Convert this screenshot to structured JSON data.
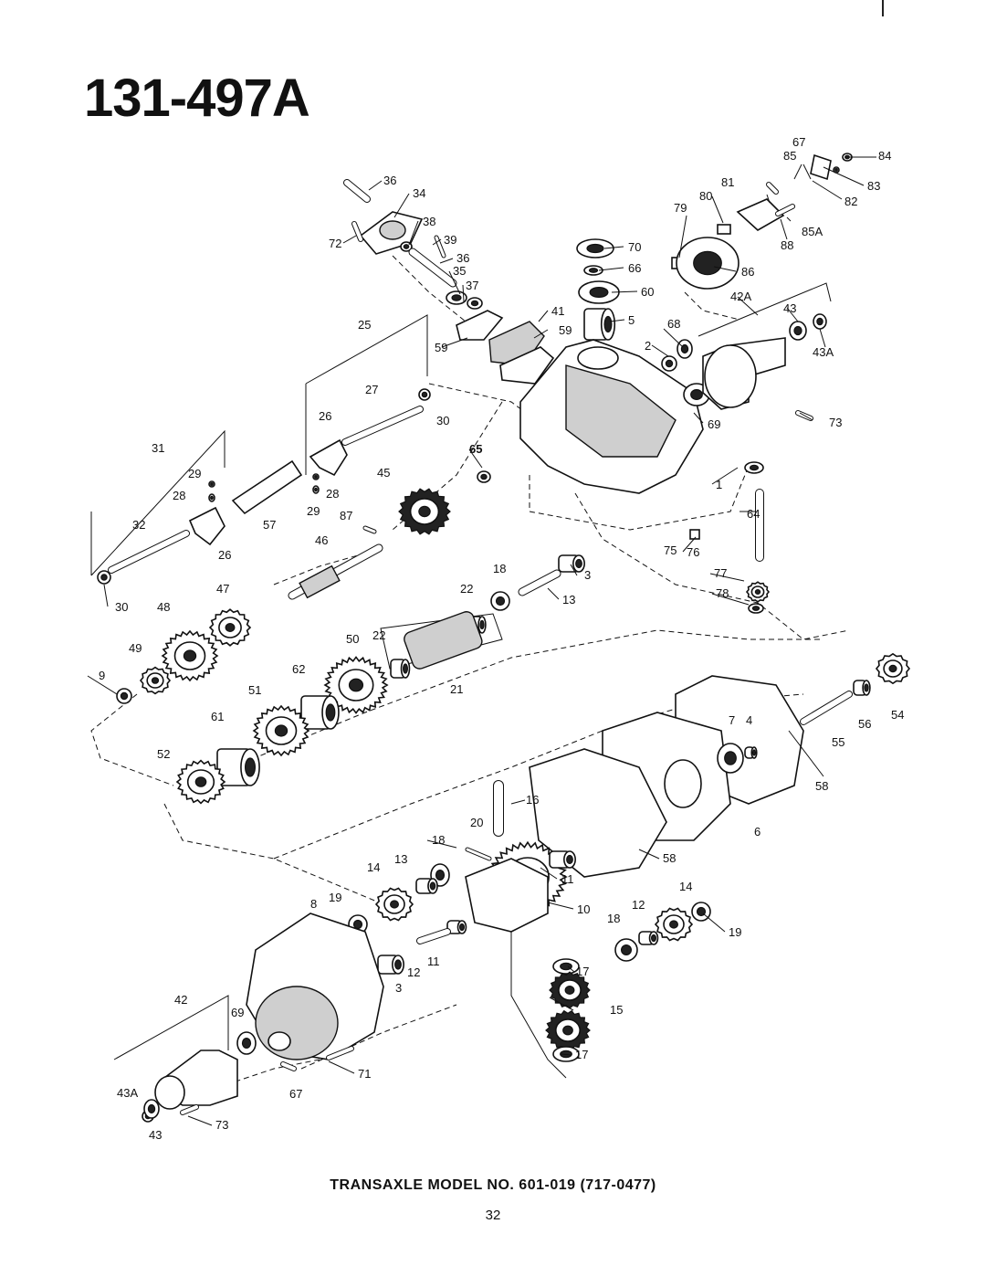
{
  "page": {
    "title": "131-497A",
    "caption": "TRANSAXLE MODEL NO. 601-019 (717-0477)",
    "page_number": "32"
  },
  "diagram": {
    "part_labels": [
      "67",
      "85",
      "84",
      "83",
      "82",
      "81",
      "80",
      "79",
      "85A",
      "88",
      "70",
      "66",
      "86",
      "60",
      "42A",
      "43",
      "43A",
      "36",
      "34",
      "38",
      "39",
      "72",
      "36",
      "35",
      "37",
      "41",
      "5",
      "59",
      "59",
      "68",
      "2",
      "25",
      "27",
      "26",
      "30",
      "69",
      "73",
      "31",
      "29",
      "28",
      "29",
      "28",
      "57",
      "87",
      "65",
      "45",
      "1",
      "64",
      "76",
      "32",
      "26",
      "46",
      "75",
      "30",
      "47",
      "48",
      "18",
      "22",
      "3",
      "13",
      "77",
      "78",
      "49",
      "50",
      "22",
      "9",
      "62",
      "51",
      "21",
      "61",
      "52",
      "54",
      "56",
      "55",
      "7",
      "4",
      "58",
      "16",
      "20",
      "18",
      "6",
      "14",
      "13",
      "58",
      "11",
      "8",
      "19",
      "10",
      "14",
      "18",
      "12",
      "19",
      "11",
      "12",
      "3",
      "17",
      "42",
      "69",
      "15",
      "71",
      "17",
      "67",
      "43A",
      "73",
      "43"
    ]
  }
}
